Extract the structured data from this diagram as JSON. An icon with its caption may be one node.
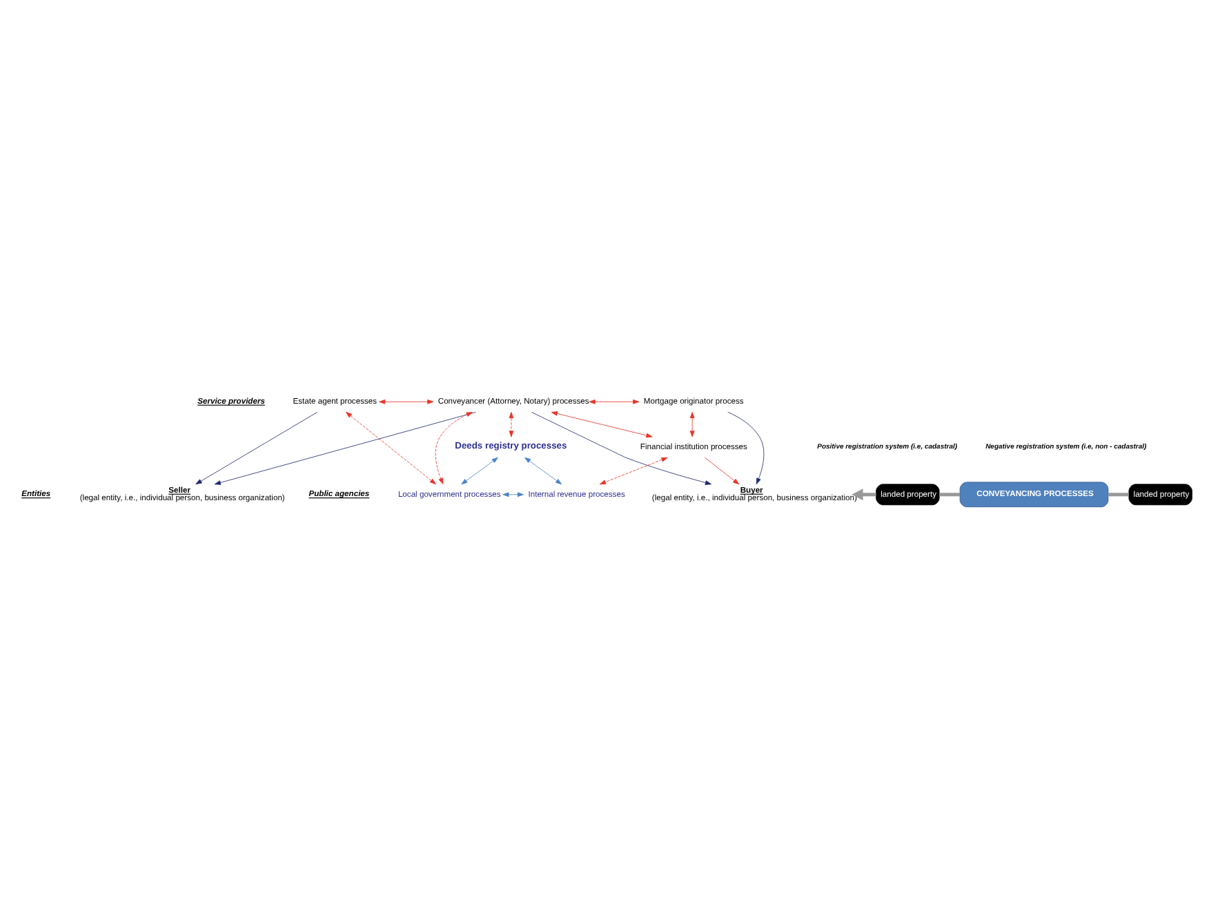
{
  "diagram": {
    "nodes": [
      {
        "text": [
          "Seller",
          "(legal entity, i.e., individual person, business organization)"
        ]
      },
      {
        "text": [
          "landed property"
        ]
      },
      {
        "text": [
          "CONVEYANCING PROCESSES"
        ]
      },
      {
        "text": [
          "landed property"
        ]
      },
      {
        "text": [
          "Buyer",
          "(legal entity, i.e., individual person, business organization)"
        ]
      },
      {
        "text": [
          "Estate agent processes"
        ]
      },
      {
        "text": [
          "Conveyancer (Attorney, Notary) processes"
        ]
      },
      {
        "text": [
          "Mortgage originator process"
        ]
      },
      {
        "text": [
          "Financial institution processes"
        ]
      },
      {
        "text": [
          "Deeds registry processes"
        ]
      },
      {
        "text": [
          "Local government processes"
        ]
      },
      {
        "text": [
          "Internal revenue processes"
        ]
      }
    ],
    "edges": [
      {
        "from": 1,
        "to": 2,
        "arrow": "none",
        "style": "thick",
        "color": "#999999"
      },
      {
        "from": 2,
        "to": 3,
        "arrow": "none",
        "style": "thick",
        "color": "#999999"
      },
      {
        "from": 3,
        "to": 4,
        "arrow": "to",
        "style": "thick",
        "color": "#999999"
      },
      {
        "from": 5,
        "to": 0,
        "arrow": "to",
        "color": "#1f2a6e"
      },
      {
        "from": 6,
        "to": 0,
        "arrow": "to",
        "color": "#1f2a6e"
      },
      {
        "from": 6,
        "to": 4,
        "arrow": "to",
        "color": "#1f2a6e"
      },
      {
        "from": 7,
        "to": 4,
        "arrow": "to",
        "color": "#1f2a6e"
      },
      {
        "from": 5,
        "to": 6,
        "arrow": "both"
      },
      {
        "from": 6,
        "to": 7,
        "arrow": "both"
      },
      {
        "from": 6,
        "to": 8,
        "arrow": "both"
      },
      {
        "from": 8,
        "to": 7,
        "arrow": "both"
      },
      {
        "from": 8,
        "to": 4,
        "arrow": "to"
      },
      {
        "from": 5,
        "to": 10,
        "arrow": "both",
        "style": "dashed"
      },
      {
        "from": 6,
        "to": 10,
        "arrow": "both",
        "style": "dashed"
      },
      {
        "from": 6,
        "to": 9,
        "arrow": "both",
        "style": "dashed"
      },
      {
        "from": 8,
        "to": 11,
        "arrow": "both",
        "style": "dashed"
      },
      {
        "from": 10,
        "to": 9,
        "arrow": "both",
        "color": "#4a86c5"
      },
      {
        "from": 9,
        "to": 11,
        "arrow": "both",
        "color": "#4a86c5"
      },
      {
        "from": 10,
        "to": 11,
        "arrow": "both",
        "color": "#4a86c5"
      }
    ],
    "labels": [
      "Entities",
      "Service providers",
      "Public agencies",
      "Positive registration system (i.e, cadastral)",
      "Negative registration system (i.e, non - cadastral)"
    ]
  }
}
